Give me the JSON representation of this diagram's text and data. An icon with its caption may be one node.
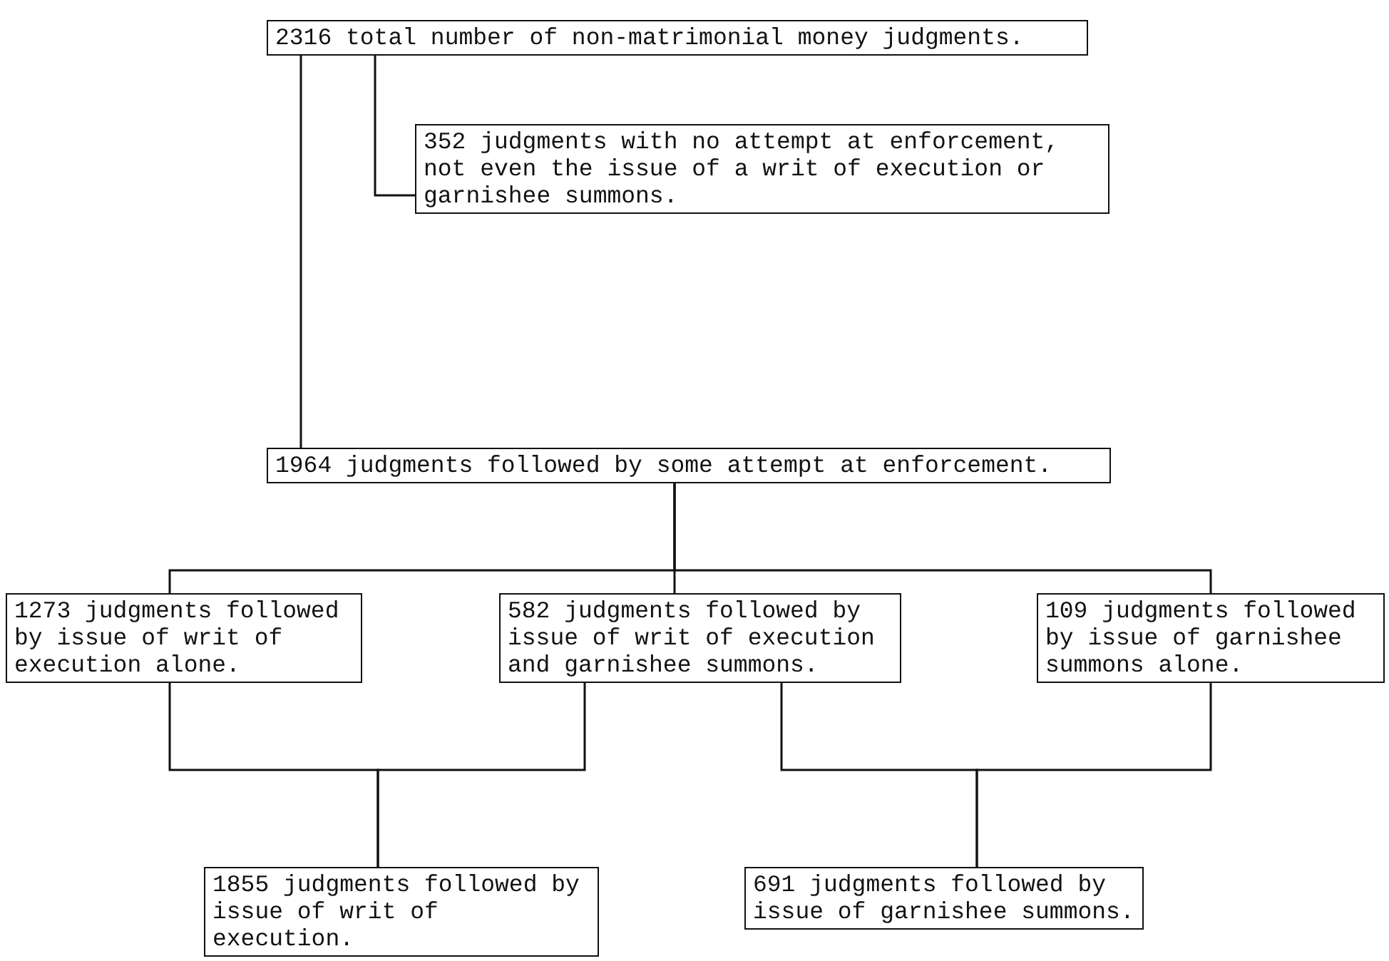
{
  "diagram": {
    "nodes": [
      {
        "text": [
          "2316 total number of non-matrimonial money judgments."
        ]
      },
      {
        "text": [
          "352 judgments with no attempt at enforcement, not even the issue of a writ of execution or garnishee summons."
        ]
      },
      {
        "text": [
          "1964 judgments followed by some attempt at enforcement."
        ]
      },
      {
        "text": [
          "1273 judgments followed by issue of writ of execution alone."
        ]
      },
      {
        "text": [
          "582 judgments followed by issue of writ of execution and garnishee summons."
        ]
      },
      {
        "text": [
          "109 judgments followed by issue of garnishee summons alone."
        ]
      },
      {
        "text": [
          "1855 judgments followed by issue of writ of execution."
        ]
      },
      {
        "text": [
          "691 judgments followed by issue of garnishee summons."
        ]
      }
    ],
    "edges": [
      {
        "from": 0,
        "to": 1,
        "arrow": "none"
      },
      {
        "from": 0,
        "to": 2,
        "arrow": "none"
      },
      {
        "from": 2,
        "to": 3,
        "arrow": "none"
      },
      {
        "from": 2,
        "to": 4,
        "arrow": "none"
      },
      {
        "from": 2,
        "to": 5,
        "arrow": "none"
      },
      {
        "from": 3,
        "to": 6,
        "arrow": "none"
      },
      {
        "from": 4,
        "to": 6,
        "arrow": "none"
      },
      {
        "from": 4,
        "to": 7,
        "arrow": "none"
      },
      {
        "from": 5,
        "to": 7,
        "arrow": "none"
      }
    ]
  }
}
